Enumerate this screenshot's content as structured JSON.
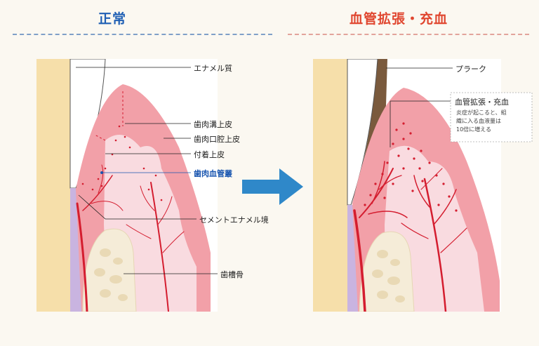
{
  "titles": {
    "normal": "正常",
    "inflamed": "血管拡張・充血"
  },
  "labels": {
    "enamel": "エナメル質",
    "sulcular_epithelium": "歯肉溝上皮",
    "oral_epithelium": "歯肉口腔上皮",
    "attached_epithelium": "付着上皮",
    "gingival_plexus": "歯肉血管叢",
    "cej": "セメントエナメル境",
    "alveolar_bone": "歯槽骨",
    "plaque": "プラーク",
    "vasodilation": "血管拡張・充血"
  },
  "note_lines": [
    "炎症が起こると、組",
    "織に入る血液量は",
    "10倍に増える"
  ],
  "colors": {
    "title_normal": "#1f5fb4",
    "title_inflamed": "#e0462f",
    "gum": "#f2a0a8",
    "gum_inner": "#f9dbe0",
    "vessel": "#d41d2f",
    "tooth": "#f6dfaa",
    "bone": "#f5ecd8",
    "arrow": "#2f88c9"
  }
}
